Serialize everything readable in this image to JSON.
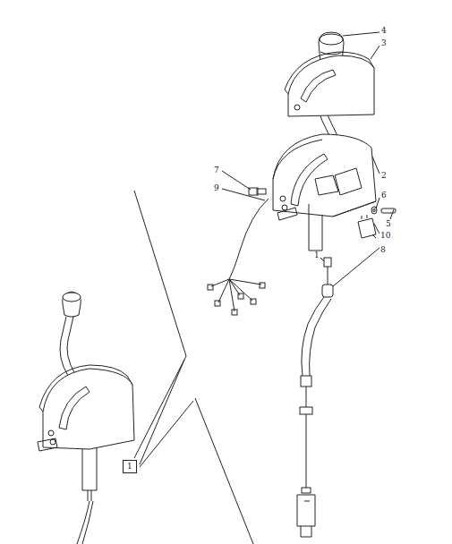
{
  "diagram": {
    "nodes": [
      {
        "text": [
          "1"
        ]
      }
    ],
    "labels": [
      "4",
      "3",
      "2",
      "7",
      "9",
      "6",
      "5",
      "10",
      "8",
      "1"
    ]
  }
}
